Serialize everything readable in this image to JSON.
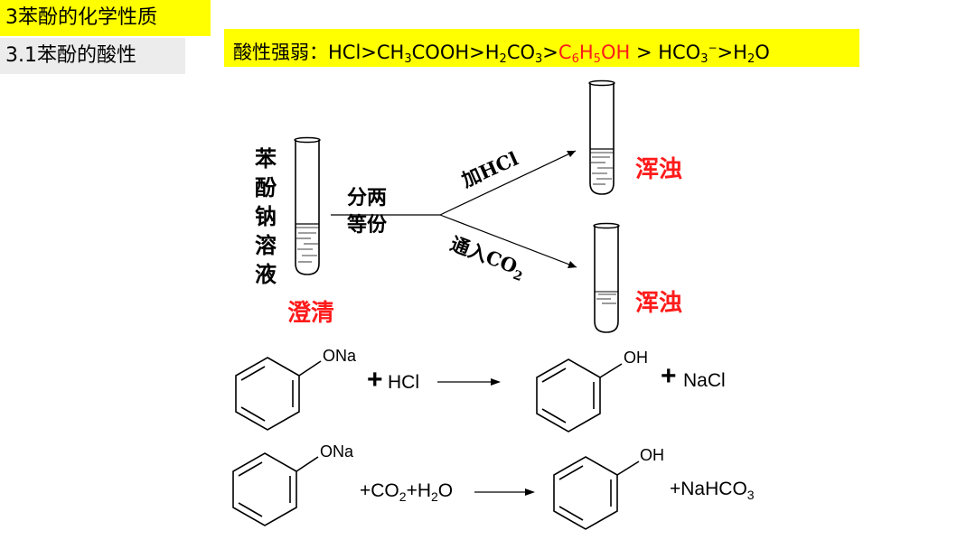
{
  "header": {
    "section_title": "3苯酚的化学性质",
    "subsection_title": "3.1苯酚的酸性"
  },
  "acidity": {
    "prefix": "酸性强弱：",
    "p1": "HCl>CH",
    "s1": "3",
    "p2": "COOH>H",
    "s2": "2",
    "p3": "CO",
    "s3": "3",
    "p4": ">",
    "r1": "C",
    "rs1": "6",
    "r2": "H",
    "rs2": "5",
    "r3": "OH",
    "p5": " > HCO",
    "s5": "3",
    "sup5": "−",
    "p6": ">H",
    "s6": "2",
    "p7": "O"
  },
  "experiment": {
    "solution_chars": [
      "苯",
      "酚",
      "钠",
      "溶",
      "液"
    ],
    "clear_label": "澄清",
    "split_line1": "分两",
    "split_line2": "等份",
    "add_hcl_label": "加HCl",
    "pass_co2_label": "通入CO",
    "pass_co2_sub": "2",
    "turbid_top": "浑浊",
    "turbid_bottom": "浑浊"
  },
  "reaction1": {
    "reactant_group": "ONa",
    "reagent": "HCl",
    "product_group": "OH",
    "byproduct": "NaCl"
  },
  "reaction2": {
    "reactant_group": "ONa",
    "reagent_a": "+CO",
    "reagent_a_sub": "2",
    "reagent_b": "+H",
    "reagent_b_sub": "2",
    "reagent_c": "O",
    "product_group": "OH",
    "byproduct_a": "+NaHCO",
    "byproduct_sub": "3"
  },
  "colors": {
    "highlight": "#ffff00",
    "gray_bg": "#ececec",
    "red": "#ff1a1a"
  }
}
